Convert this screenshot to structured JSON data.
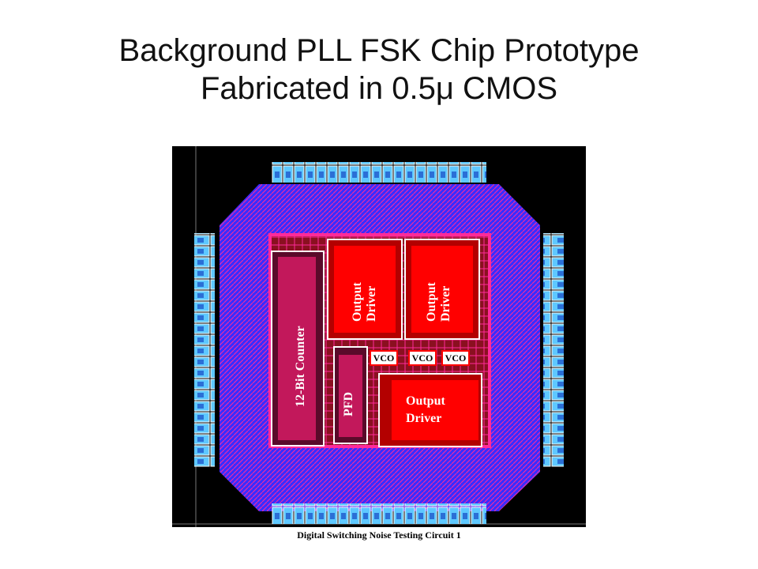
{
  "title": {
    "line1": "Background PLL FSK Chip Prototype",
    "line2": "Fabricated in 0.5μ CMOS"
  },
  "chip": {
    "blocks": {
      "output_driver_1": {
        "line1": "Output",
        "line2": "Driver"
      },
      "output_driver_2": {
        "line1": "Output",
        "line2": "Driver"
      },
      "output_driver_3": {
        "line1": "Output",
        "line2": "Driver"
      },
      "counter": "12-Bit Counter",
      "pfd": "PFD",
      "vco": [
        "VCO",
        "VCO",
        "VCO"
      ]
    },
    "footer": "Digital Switching Noise Testing Circuit 1",
    "colors": {
      "background": "#000000",
      "metal": "#3b2cff",
      "poly": "#ff2a9a",
      "diffusion": "#ff0000",
      "pad": "#5ec8ff",
      "outline": "#ffffff"
    }
  }
}
